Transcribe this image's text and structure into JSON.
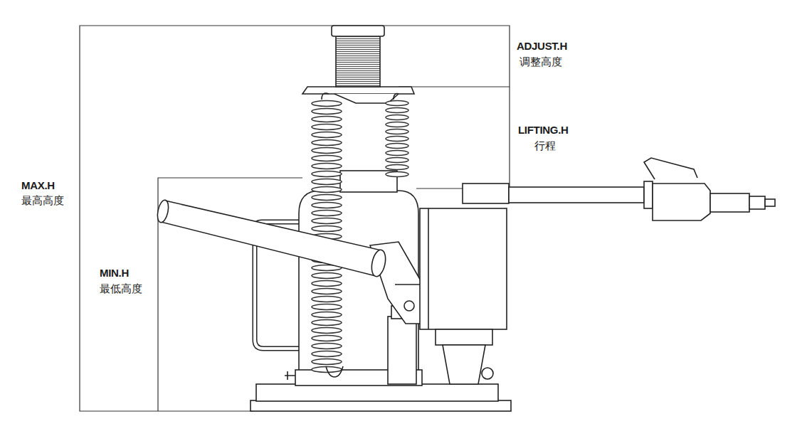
{
  "diagram": {
    "labels": [
      "ADJUST.H",
      "调整高度",
      "LIFTING.H",
      "行程",
      "MAX.H",
      "最高高度",
      "MIN.H",
      "最低高度"
    ]
  }
}
